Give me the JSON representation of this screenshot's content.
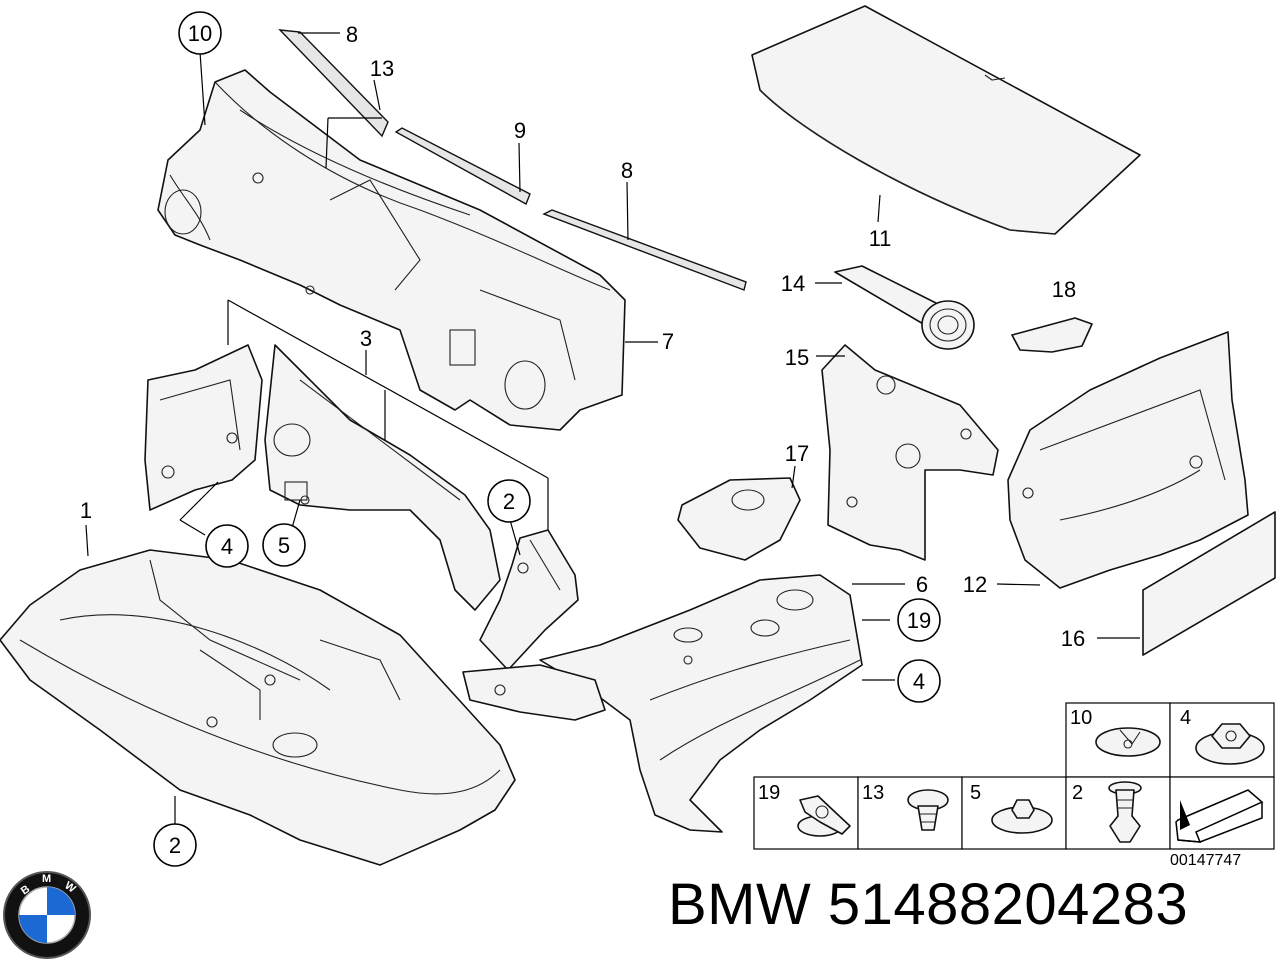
{
  "callouts": {
    "c10": "10",
    "c8a": "8",
    "c13": "13",
    "c9": "9",
    "c8b": "8",
    "c11": "11",
    "c14": "14",
    "c18": "18",
    "c7": "7",
    "c3": "3",
    "c15": "15",
    "c17": "17",
    "c1": "1",
    "c2a": "2",
    "c4a": "4",
    "c5": "5",
    "c6": "6",
    "c19": "19",
    "c12": "12",
    "c16": "16",
    "c4b": "4",
    "c2b": "2"
  },
  "fasteners": {
    "f10": "10",
    "f4": "4",
    "f19": "19",
    "f13": "13",
    "f5": "5",
    "f2": "2"
  },
  "diagram_id": "00147747",
  "brand_title": "BMW 51488204283",
  "logo": {
    "letters": "BMW",
    "icon": "bmw-roundel-icon"
  }
}
